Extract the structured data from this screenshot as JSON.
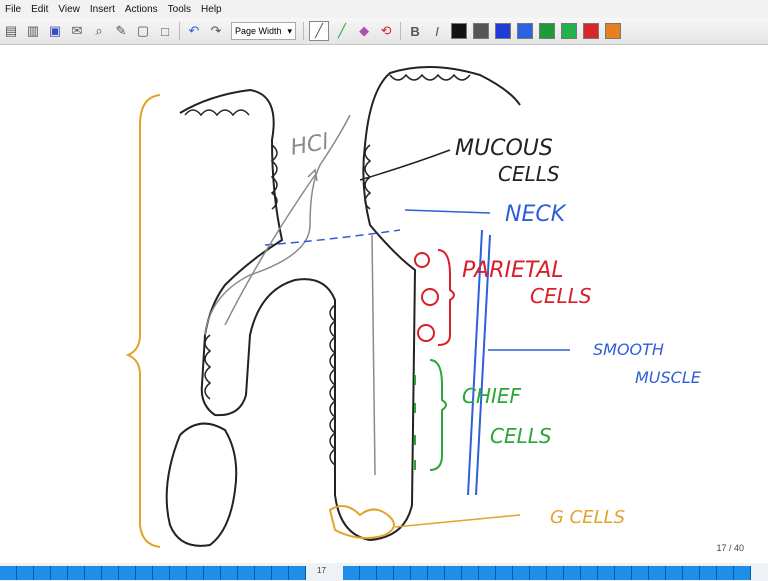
{
  "menu": [
    "File",
    "Edit",
    "View",
    "Insert",
    "Actions",
    "Tools",
    "Help"
  ],
  "toolbar": {
    "zoom_label": "Page Width",
    "icons": [
      "new-page-icon",
      "open-icon",
      "save-icon",
      "email-icon",
      "find-icon",
      "tools-icon",
      "page-icon",
      "box-icon",
      "undo-icon",
      "redo-icon"
    ],
    "colors": [
      "#111111",
      "#555555",
      "#1f3ad6",
      "#2b62e0",
      "#1f9a3a",
      "#22b14c",
      "#d62828",
      "#e67e22"
    ]
  },
  "annotations": {
    "hcl": "HCl",
    "mucous_1": "MUCOUS",
    "mucous_2": "CELLS",
    "neck": "NECK",
    "parietal_1": "PARIETAL",
    "parietal_2": "CELLS",
    "smooth_1": "SMOOTH",
    "smooth_2": "MUSCLE",
    "chief_1": "CHIEF",
    "chief_2": "CELLS",
    "g_cells": "G CELLS"
  },
  "ink_colors": {
    "black": "#222222",
    "blue": "#2e5fd8",
    "red": "#d81f2a",
    "green": "#2aa53a",
    "orange": "#e2a32c",
    "gray": "#8a8a8a"
  },
  "page_indicator": "17 / 40",
  "status": {
    "current_page": "17"
  }
}
